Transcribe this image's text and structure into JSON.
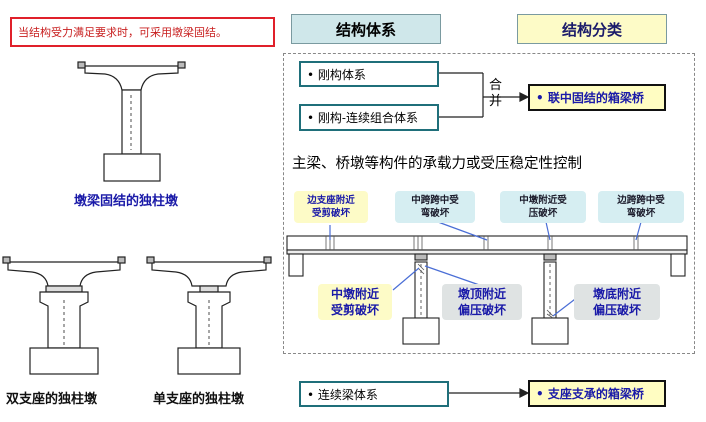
{
  "note": "当结构受力满足要求时，可采用墩梁固结。",
  "headers": {
    "system": "结构体系",
    "classification": "结构分类"
  },
  "system_boxes": {
    "rigid": "• 刚构体系",
    "rigid_continuous": "• 刚构-连续组合体系",
    "continuous": "• 连续梁体系"
  },
  "merge_label": "合并",
  "results": {
    "fixed_box_girder": "• 联中固结的箱梁桥",
    "bearing_box_girder": "• 支座支承的箱梁桥"
  },
  "control_statement": "主梁、桥墩等构件的承载力或受压稳定性控制",
  "failure_tags": {
    "side_bearing_shear": "边支座附近\n受剪破坏",
    "mid_span_bending_1": "中跨跨中受\n弯破坏",
    "mid_pier_compression": "中墩附近受\n压破坏",
    "side_span_bending": "边跨跨中受\n弯破坏",
    "mid_pier_shear": "中墩附近\n受剪破坏",
    "pier_top_eccentric": "墩顶附近\n偏压破坏",
    "pier_bottom_eccentric": "墩底附近\n偏压破坏"
  },
  "pier_labels": {
    "fixed_single_column": "墩梁固结的独柱墩",
    "double_bearing": "双支座的独柱墩",
    "single_bearing": "单支座的独柱墩"
  },
  "colors": {
    "teal_border": "#1f6f7a",
    "red": "#e0202a",
    "blue_text": "#1a1aa8",
    "yellow": "#fdfbc7",
    "cyan": "#cfe7ea"
  }
}
